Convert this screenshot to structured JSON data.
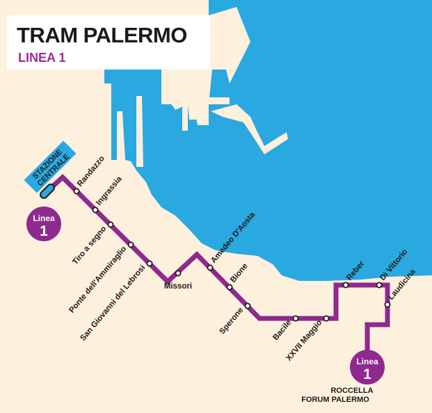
{
  "title": "TRAM PALERMO",
  "subtitle": "LINEA 1",
  "colors": {
    "land": "#fdf0dd",
    "sea": "#2aa8e0",
    "line": "#8e2a8e",
    "station_fill": "#ffffff",
    "terminal_badge": "#2aa8e0"
  },
  "terminal_start": {
    "name": "STAZIONE CENTRALE",
    "line_1": "STAZIONE",
    "line_2": "CENTRALE",
    "badge_top": "Linea",
    "badge_number": "1"
  },
  "terminal_end": {
    "badge_top": "Linea",
    "badge_number": "1",
    "label_1": "ROCCELLA",
    "label_2": "FORUM PALERMO"
  },
  "stations": [
    {
      "name": "Randazzo"
    },
    {
      "name": "Ingrassia"
    },
    {
      "name": "Tiro a segno"
    },
    {
      "name": "Ponte dell'Ammiraglio"
    },
    {
      "name": "San Giovanni del Lebrosi"
    },
    {
      "name": "Missori"
    },
    {
      "name": "Amedeo D'Aosta"
    },
    {
      "name": "Bione"
    },
    {
      "name": "Sperone"
    },
    {
      "name": "Bacile"
    },
    {
      "name": "XXVII Maggio"
    },
    {
      "name": "Reber"
    },
    {
      "name": "Di Vittorio"
    },
    {
      "name": "Laudicina"
    }
  ]
}
